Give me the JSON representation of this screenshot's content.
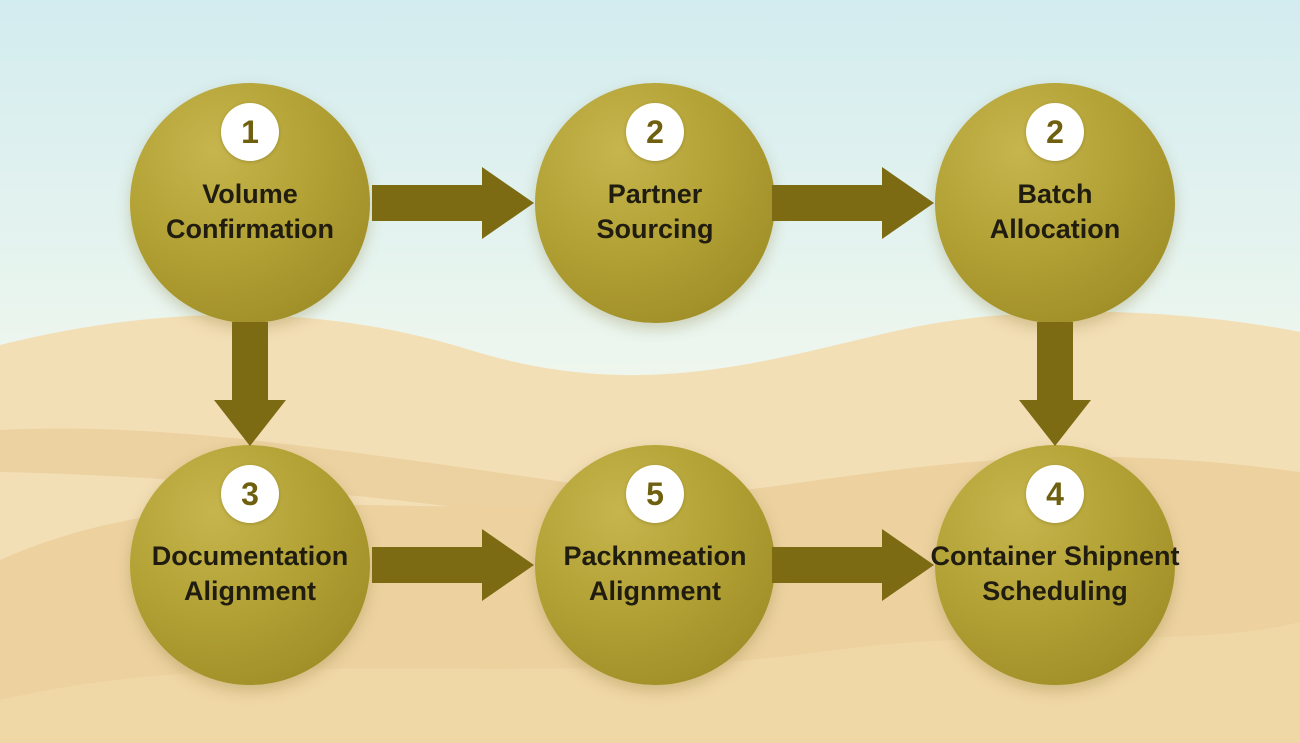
{
  "diagram": {
    "type": "flowchart",
    "nodes": [
      {
        "number": "1",
        "label_line1": "Volume",
        "label_line2": "Confirmation"
      },
      {
        "number": "2",
        "label_line1": "Partner",
        "label_line2": "Sourcing"
      },
      {
        "number": "2",
        "label_line1": "Batch",
        "label_line2": "Allocation"
      },
      {
        "number": "3",
        "label_line1": "Documentation",
        "label_line2": "Alignment"
      },
      {
        "number": "5",
        "label_line1": "Packnmeation",
        "label_line2": "Alignment"
      },
      {
        "number": "4",
        "label_line1": "Container Shipnent",
        "label_line2": "Scheduling"
      }
    ],
    "connections": [
      {
        "from": "Volume Confirmation",
        "to": "Partner Sourcing",
        "direction": "right"
      },
      {
        "from": "Partner Sourcing",
        "to": "Batch Allocation",
        "direction": "right"
      },
      {
        "from": "Volume Confirmation",
        "to": "Documentation Alignment",
        "direction": "down"
      },
      {
        "from": "Batch Allocation",
        "to": "Container Shipnent Scheduling",
        "direction": "down"
      },
      {
        "from": "Documentation Alignment",
        "to": "Packnmeation Alignment",
        "direction": "right"
      },
      {
        "from": "Packnmeation Alignment",
        "to": "Container Shipnent Scheduling",
        "direction": "right"
      }
    ],
    "colors": {
      "node_fill": "#ab9928",
      "arrow": "#7c6b12",
      "badge_background": "#ffffff",
      "badge_text": "#6f6010",
      "label_text": "#201d10",
      "sky": "#d3ecef",
      "sand_back": "#f3dfb6",
      "sand_mid": "#edd2a0",
      "sand_front": "#f0d7a6"
    }
  }
}
